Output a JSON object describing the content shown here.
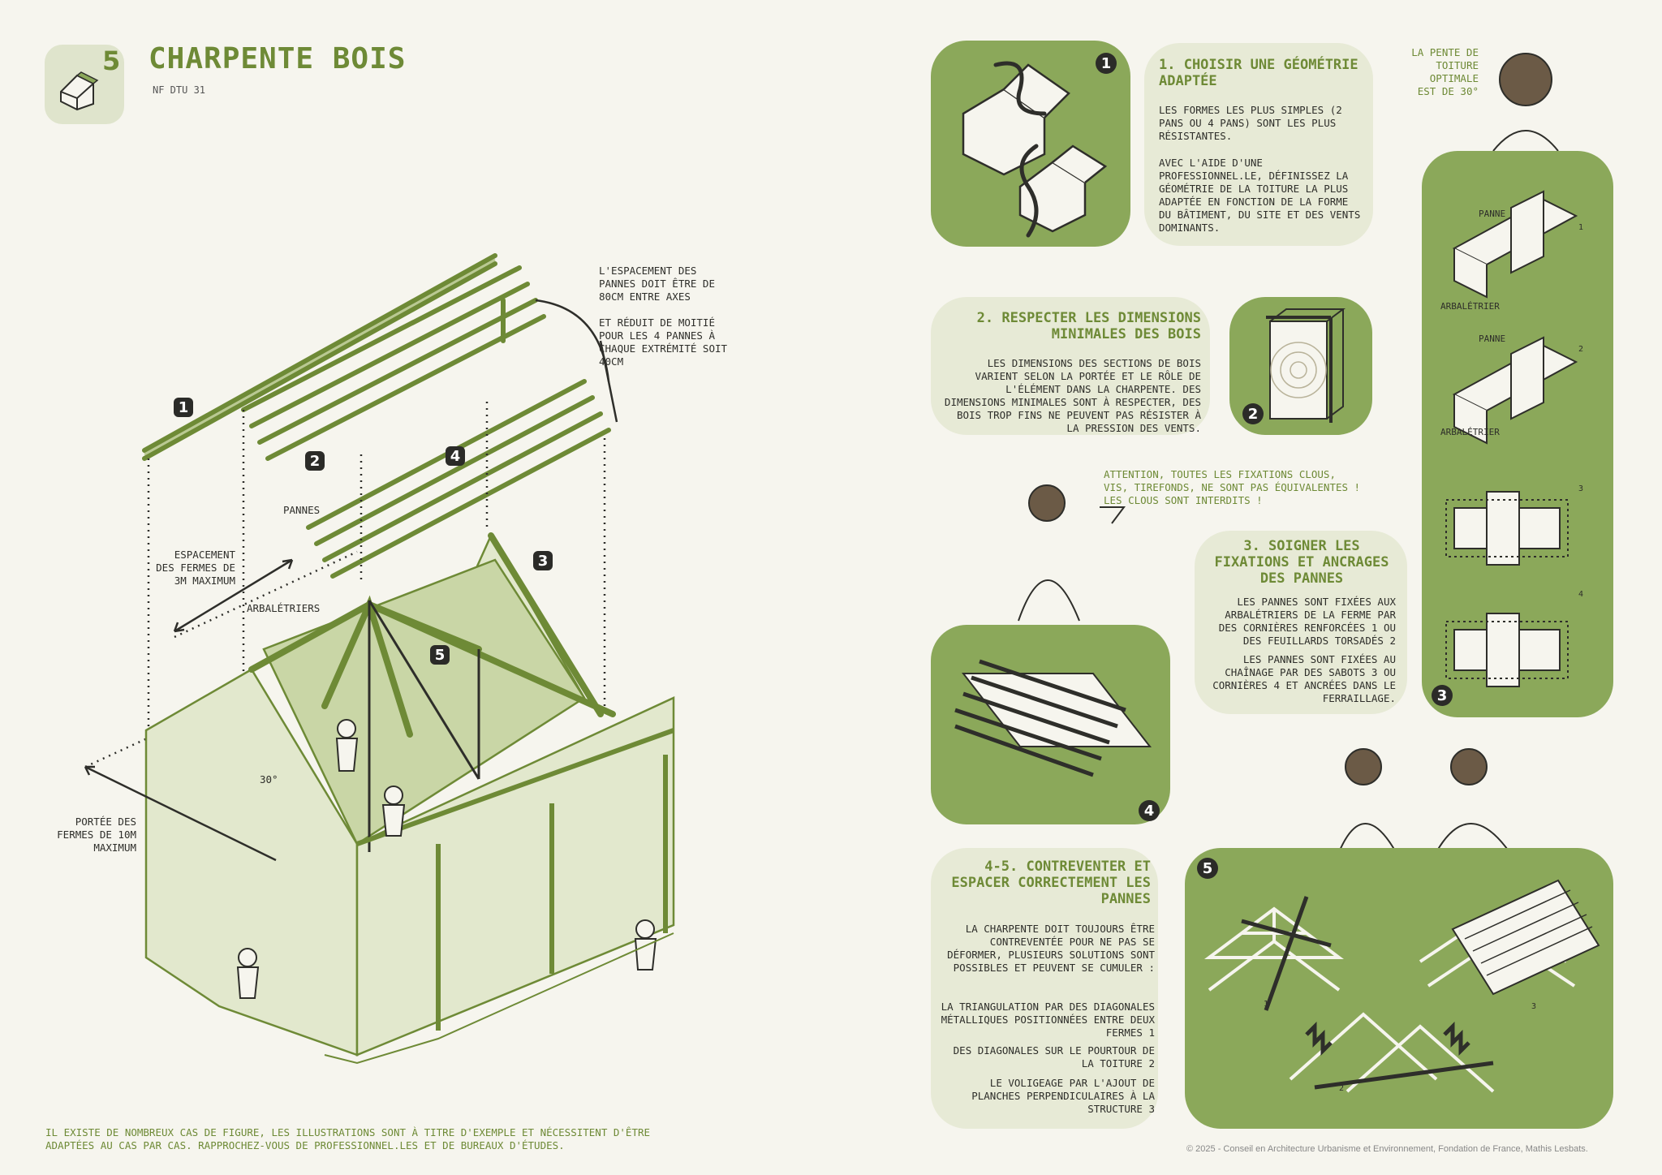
{
  "header": {
    "section_number": "5",
    "title": "CHARPENTE BOIS",
    "norm": "NF DTU 31"
  },
  "left": {
    "badges": [
      "1",
      "2",
      "3",
      "4",
      "5"
    ],
    "labels": {
      "pannes_spacing_1": "L'ESPACEMENT DES PANNES DOIT ÊTRE DE 80cm ENTRE AXES",
      "pannes_spacing_2": "ET RÉDUIT DE MOITIÉ POUR LES 4 PANNES À CHAQUE EXTRÉMITÉ SOIT 40cm",
      "pannes": "PANNES",
      "espacement_fermes": "ESPACEMENT DES FERMES DE 3m MAXIMUM",
      "arbaletriers": "ARBALÉTRIERS",
      "angle": "30°",
      "portee": "PORTÉE DES FERMES DE 10m MAXIMUM"
    },
    "footnote": "IL EXISTE DE NOMBREUX CAS DE FIGURE, LES ILLUSTRATIONS SONT À TITRE D'EXEMPLE ET NÉCESSITENT D'ÊTRE ADAPTÉES AU CAS PAR CAS. RAPPROCHEZ-VOUS DE PROFESSIONNEL.LES ET DE BUREAUX D'ÉTUDES."
  },
  "right": {
    "bubble_top": "LA PENTE DE TOITURE OPTIMALE EST DE 30°",
    "bubble_mid": "ATTENTION, TOUTES LES FIXATIONS CLOUS, VIS, TIREFONDS, NE SONT PAS ÉQUIVALENTES ! LES CLOUS SONT INTERDITS !",
    "section1": {
      "badge": "1",
      "title": "1. CHOISIR UNE GÉOMÉTRIE ADAPTÉE",
      "p1": "LES FORMES LES PLUS SIMPLES (2 PANS OU 4 PANS) SONT LES PLUS RÉSISTANTES.",
      "p2": "AVEC L'AIDE D'UNE PROFESSIONNEL.LE, DÉFINISSEZ LA GÉOMÉTRIE DE LA TOITURE LA PLUS ADAPTÉE EN FONCTION DE LA FORME DU BÂTIMENT, DU SITE ET DES VENTS DOMINANTS."
    },
    "section2": {
      "badge": "2",
      "title": "2. RESPECTER LES DIMENSIONS MINIMALES DES BOIS",
      "p1": "LES DIMENSIONS DES SECTIONS DE BOIS VARIENT SELON LA PORTÉE ET LE RÔLE DE L'ÉLÉMENT DANS LA CHARPENTE. DES DIMENSIONS MINIMALES SONT À RESPECTER, DES BOIS TROP FINS NE PEUVENT PAS RÉSISTER À LA PRESSION DES VENTS."
    },
    "section3": {
      "badge": "3",
      "title": "3. SOIGNER LES FIXATIONS ET ANCRAGES DES PANNES",
      "p1": "LES PANNES SONT FIXÉES AUX ARBALÉTRIERS DE LA FERME PAR DES CORNIÈRES RENFORCÉES 1 OU DES FEUILLARDS TORSADÉS 2",
      "p2": "LES PANNES SONT FIXÉES AU CHAÎNAGE PAR DES SABOTS 3 OU CORNIÈRES 4 ET ANCRÉES DANS LE FERRAILLAGE.",
      "detail_labels": [
        "PANNE",
        "ARBALÉTRIER",
        "PANNE",
        "ARBALÉTRIER"
      ],
      "detail_numbers": [
        "1",
        "2",
        "3",
        "4"
      ]
    },
    "section4": {
      "badge": "4"
    },
    "section5": {
      "badge": "5",
      "title": "4-5. CONTREVENTER ET ESPACER CORRECTEMENT LES PANNES",
      "p1": "LA CHARPENTE DOIT TOUJOURS ÊTRE CONTREVENTÉE POUR NE PAS SE DÉFORMER, PLUSIEURS SOLUTIONS SONT POSSIBLES ET PEUVENT SE CUMULER :",
      "p2": "LA TRIANGULATION PAR DES DIAGONALES MÉTALLIQUES POSITIONNÉES ENTRE DEUX FERMES 1",
      "p3": "DES DIAGONALES SUR LE POURTOUR DE LA TOITURE 2",
      "p4": "LE VOLIGEAGE PAR L'AJOUT DE PLANCHES PERPENDICULAIRES À LA STRUCTURE 3",
      "diagram_numbers": [
        "1",
        "2",
        "3"
      ]
    },
    "copyright": "© 2025 - Conseil en Architecture Urbanisme et Environnement, Fondation de France, Mathis Lesbats."
  },
  "colors": {
    "accent": "#6e8a36",
    "panel_green": "#8ba85a",
    "panel_light": "#e7ead6",
    "badge": "#2b2b28"
  }
}
